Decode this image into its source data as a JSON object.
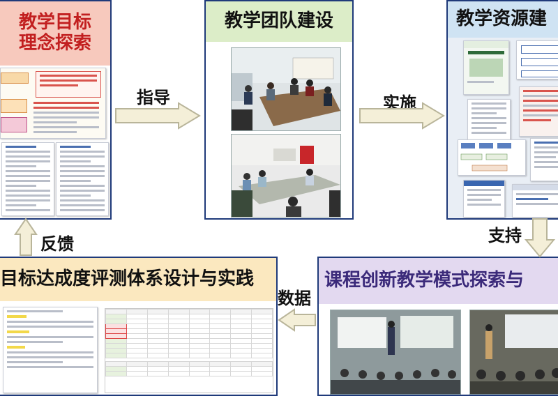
{
  "boxes": {
    "goal": {
      "title_line1": "教学目标",
      "title_line2": "理念探索"
    },
    "team": {
      "title": "教学团队建设"
    },
    "resources": {
      "title": "教学资源建"
    },
    "innovation": {
      "title": "课程创新教学模式探索与"
    },
    "evaluation": {
      "title": "目标达成度评测体系设计与实践"
    }
  },
  "arrows": {
    "guide": "指导",
    "implement": "实施",
    "support": "支持",
    "data": "数据",
    "feedback": "反馈"
  },
  "colors": {
    "border": "#1f3a7a",
    "goal_title_bg": "#f7c9bd",
    "team_title_bg": "#dcedc8",
    "resources_title_bg": "#cfe3f3",
    "innovation_title_bg": "#e3d9f0",
    "evaluation_title_bg": "#fbe8bf",
    "arrow_fill": "#f4efd8",
    "arrow_stroke": "#b9b59a"
  }
}
